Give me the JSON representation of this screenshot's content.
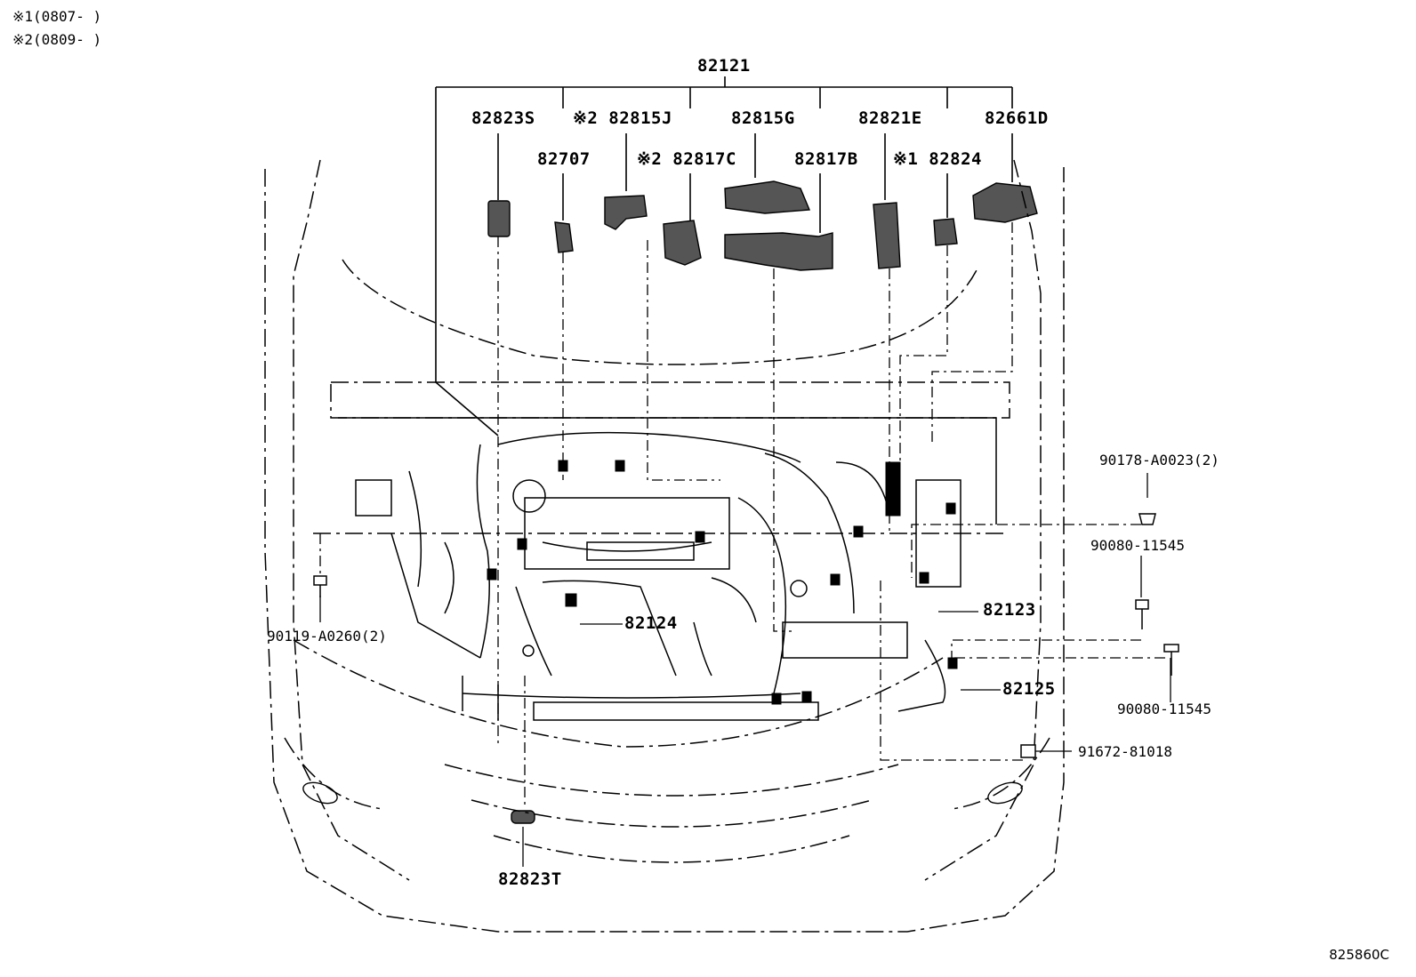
{
  "notes": [
    {
      "mark": "※1",
      "text": "(0807-      )"
    },
    {
      "mark": "※2",
      "text": "(0809-      )"
    }
  ],
  "labels": {
    "main_harness": "82121",
    "p82823S": "82823S",
    "p82815J": "※2 82815J",
    "p82815G": "82815G",
    "p82821E": "82821E",
    "p82661D": "82661D",
    "p82707": "82707",
    "p82817C": "※2 82817C",
    "p82817B": "82817B",
    "p82824": "※1 82824",
    "p82123": "82123",
    "p82124": "82124",
    "p82125": "82125",
    "p82823T": "82823T",
    "b90178": "90178-A0023(2)",
    "b90080a": "90080-11545",
    "b90080b": "90080-11545",
    "b90119": "90119-A0260(2)",
    "b91672": "91672-81018"
  },
  "diagram_code": "825860C"
}
